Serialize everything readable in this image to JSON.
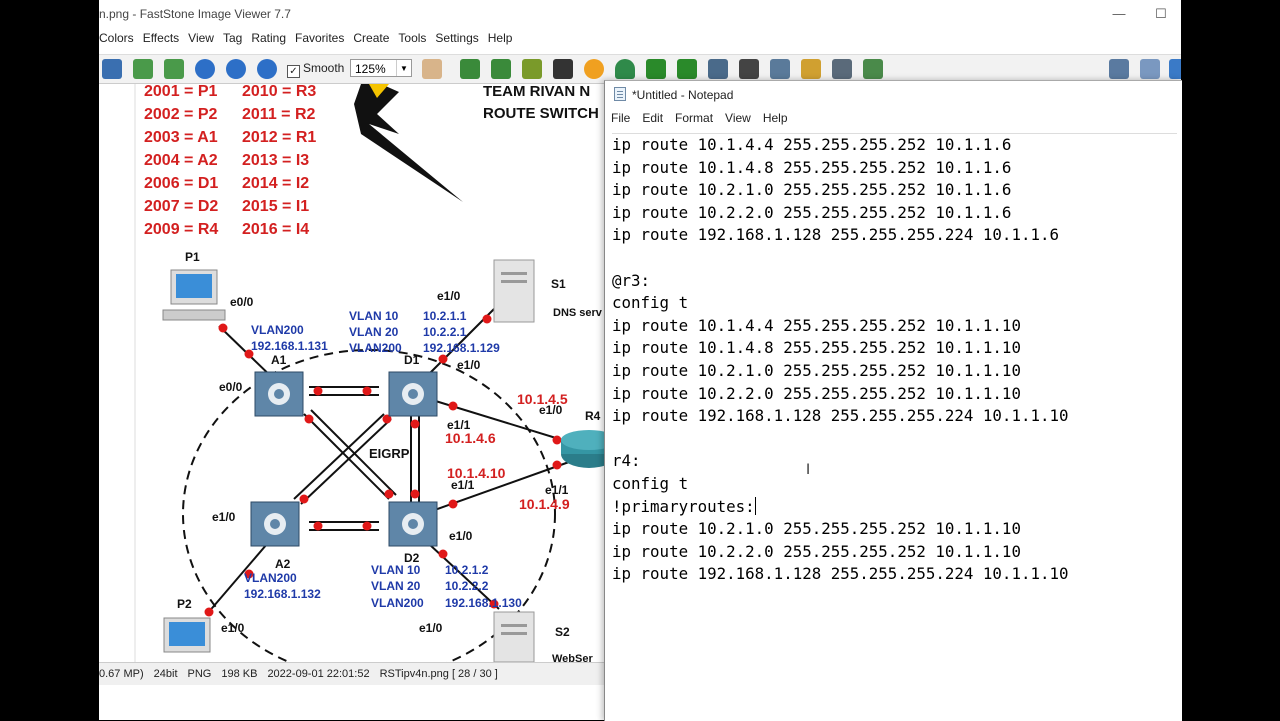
{
  "faststone": {
    "title": "n.png  -  FastStone Image Viewer 7.7",
    "menu": [
      "Colors",
      "Effects",
      "View",
      "Tag",
      "Rating",
      "Favorites",
      "Create",
      "Tools",
      "Settings",
      "Help"
    ],
    "smooth_label": "Smooth",
    "smooth_checked": true,
    "zoom_value": "125%",
    "status": [
      "0.67 MP)",
      "24bit",
      "PNG",
      "198 KB",
      "2022-09-01 22:01:52",
      "RSTipv4n.png [ 28 / 30 ]"
    ]
  },
  "image": {
    "legend_left": [
      "2001 = P1",
      "2002 = P2",
      "2003 = A1",
      "2004 = A2",
      "2006 = D1",
      "2007 = D2",
      "2009 = R4"
    ],
    "legend_right": [
      "2010 = R3",
      "2011 = R2",
      "2012 = R1",
      "2013 = I3",
      "2014 = I2",
      "2015 = I1",
      "2016 = I4"
    ],
    "team_line1": "TEAM RIVAN N",
    "team_line2": "ROUTE SWITCH",
    "labels": {
      "p1": "P1",
      "p2": "P2",
      "s1": "S1",
      "s2": "S2",
      "dns": "DNS serv",
      "web": "WebSer",
      "a1": "A1",
      "a2": "A2",
      "d1": "D1",
      "d2": "D2",
      "r4": "R4",
      "eigrp": "EIGRP",
      "p1_e00": "e0/0",
      "a1_e00": "e0/0",
      "a2_e10": "e1/0",
      "p2_e10": "e1/0",
      "s1_e10": "e1/0",
      "d1_e10": "e1/0",
      "d1_e11": "e1/1",
      "d2_e11": "e1/1",
      "d2_e10": "e1/0",
      "s2_e10": "e1/0",
      "r4_e10": "e1/0",
      "r4_e11": "e1/1",
      "ip_1045": "10.1.4.5",
      "ip_1046": "10.1.4.6",
      "ip_10410": "10.1.4.10",
      "ip_1049": "10.1.4.9",
      "a1_vlan": "VLAN200",
      "a1_ip": "192.168.1.131",
      "a2_vlan": "VLAN200",
      "a2_ip": "192.168.1.132",
      "d1_vlans": [
        "VLAN 10",
        "VLAN 20",
        "VLAN200"
      ],
      "d1_ips": [
        "10.2.1.1",
        "10.2.2.1",
        "192.168.1.129"
      ],
      "d2_vlans": [
        "VLAN 10",
        "VLAN 20",
        "VLAN200"
      ],
      "d2_ips": [
        "10.2.1.2",
        "10.2.2.2",
        "192.168.1.130"
      ]
    }
  },
  "notepad": {
    "title": "*Untitled - Notepad",
    "menu": [
      "File",
      "Edit",
      "Format",
      "View",
      "Help"
    ],
    "lines": [
      "ip route 10.1.4.4 255.255.255.252 10.1.1.6",
      "ip route 10.1.4.8 255.255.255.252 10.1.1.6",
      "ip route 10.2.1.0 255.255.255.252 10.1.1.6",
      "ip route 10.2.2.0 255.255.255.252 10.1.1.6",
      "ip route 192.168.1.128 255.255.255.224 10.1.1.6",
      "",
      "@r3:",
      "config t",
      "ip route 10.1.4.4 255.255.255.252 10.1.1.10",
      "ip route 10.1.4.8 255.255.255.252 10.1.1.10",
      "ip route 10.2.1.0 255.255.255.252 10.1.1.10",
      "ip route 10.2.2.0 255.255.255.252 10.1.1.10",
      "ip route 192.168.1.128 255.255.255.224 10.1.1.10",
      "",
      "r4:",
      "config t",
      "!primaryroutes:",
      "ip route 10.2.1.0 255.255.255.252 10.1.1.10",
      "ip route 10.2.2.0 255.255.255.252 10.1.1.10",
      "ip route 192.168.1.128 255.255.255.224 10.1.1.10"
    ],
    "caret_line": 16
  }
}
